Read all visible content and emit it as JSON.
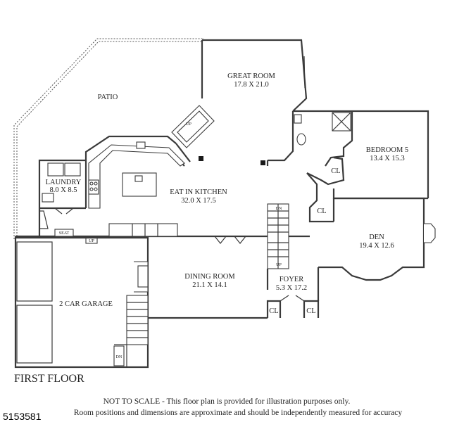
{
  "floor_title": "FIRST FLOOR",
  "rooms": {
    "great_room": {
      "name": "GREAT ROOM",
      "dims": "17.8 X 21.0"
    },
    "patio": {
      "name": "PATIO"
    },
    "bedroom5": {
      "name": "BEDROOM 5",
      "dims": "13.4 X 15.3"
    },
    "laundry": {
      "name": "LAUNDRY",
      "dims": "8.0 X 8.5"
    },
    "kitchen": {
      "name": "EAT IN KITCHEN",
      "dims": "32.0 X 17.5"
    },
    "den": {
      "name": "DEN",
      "dims": "19.4 X 12.6"
    },
    "dining": {
      "name": "DINING ROOM",
      "dims": "21.1 X 14.1"
    },
    "foyer": {
      "name": "FOYER",
      "dims": "5.3 X 17.2"
    },
    "garage": {
      "name": "2 CAR GARAGE"
    }
  },
  "closets": {
    "label": "CL"
  },
  "small_labels": {
    "seat": "SEAT",
    "up": "UP",
    "dn": "DN"
  },
  "notes": {
    "line1": "NOT TO SCALE - This floor plan is provided for illustration purposes only.",
    "line2": "Room positions and dimensions are approximate and should be independently measured for accuracy"
  },
  "listing_id": "5153581",
  "colors": {
    "wall": "#3a3a3a",
    "background": "#ffffff"
  }
}
